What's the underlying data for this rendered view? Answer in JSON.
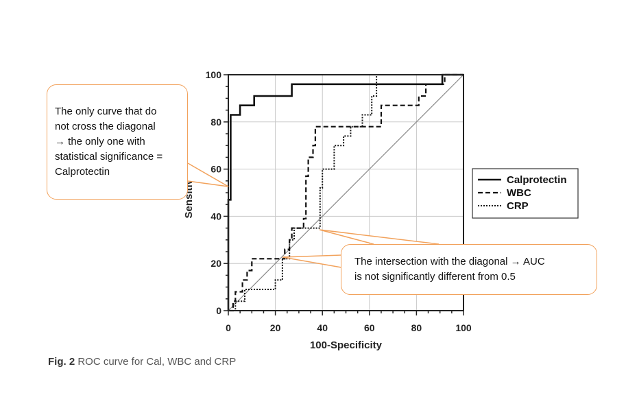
{
  "chart_data": {
    "type": "line",
    "xlabel": "100-Specificity",
    "ylabel": "Sensitivity",
    "xlim": [
      0,
      100
    ],
    "ylim": [
      0,
      100
    ],
    "xticks": [
      0,
      20,
      40,
      60,
      80,
      100
    ],
    "yticks": [
      0,
      20,
      40,
      60,
      80,
      100
    ],
    "grid": true,
    "legend_position": "right",
    "series": [
      {
        "name": "Calprotectin",
        "style": "solid",
        "x": [
          0,
          0,
          1,
          1,
          5,
          5,
          11,
          11,
          27,
          27,
          91,
          91,
          100
        ],
        "y": [
          0,
          47,
          47,
          83,
          83,
          87,
          87,
          91,
          91,
          96,
          96,
          100,
          100
        ]
      },
      {
        "name": "WBC",
        "style": "dashed",
        "x": [
          0,
          2,
          2,
          3,
          3,
          6,
          6,
          8,
          8,
          10,
          10,
          24,
          24,
          26,
          26,
          27,
          27,
          32,
          32,
          33,
          33,
          33,
          33,
          34,
          34,
          36,
          36,
          37,
          37,
          37,
          37,
          38,
          38,
          42,
          42,
          65,
          65,
          81,
          81,
          84,
          84,
          92,
          92,
          100
        ],
        "y": [
          0,
          0,
          4,
          4,
          8,
          8,
          13,
          13,
          17,
          17,
          22,
          22,
          26,
          26,
          30,
          30,
          35,
          35,
          39,
          39,
          48,
          52,
          57,
          57,
          65,
          65,
          70,
          70,
          74,
          74,
          78,
          78,
          78,
          78,
          78,
          78,
          87,
          87,
          91,
          91,
          96,
          96,
          100,
          100
        ]
      },
      {
        "name": "CRP",
        "style": "dotted",
        "x": [
          0,
          3,
          3,
          7,
          7,
          20,
          20,
          23,
          23,
          26,
          26,
          28,
          28,
          39,
          39,
          40,
          40,
          45,
          45,
          49,
          49,
          52,
          52,
          57,
          57,
          61,
          61,
          63,
          63,
          100
        ],
        "y": [
          0,
          0,
          4,
          4,
          9,
          9,
          13,
          13,
          22,
          22,
          30,
          30,
          35,
          35,
          52,
          52,
          60,
          60,
          70,
          70,
          74,
          74,
          78,
          78,
          83,
          83,
          91,
          91,
          100,
          100
        ]
      }
    ],
    "reference_line": {
      "x": [
        0,
        100
      ],
      "y": [
        0,
        100
      ]
    }
  },
  "annotations": {
    "left_lines": [
      "The only curve that do",
      "not cross the diagonal",
      "→ the only one with",
      "statistical significance =",
      "Calprotectin"
    ],
    "right_lines": [
      "The intersection with the diagonal → AUC",
      "is not significantly different from 0.5"
    ]
  },
  "caption": {
    "label": "Fig. 2",
    "text": " ROC curve for Cal, WBC and CRP"
  },
  "colors": {
    "callout_border": "#f2a25c",
    "curve": "#111111",
    "diagonal": "#8a8a8a",
    "grid": "#c8c8c8"
  }
}
